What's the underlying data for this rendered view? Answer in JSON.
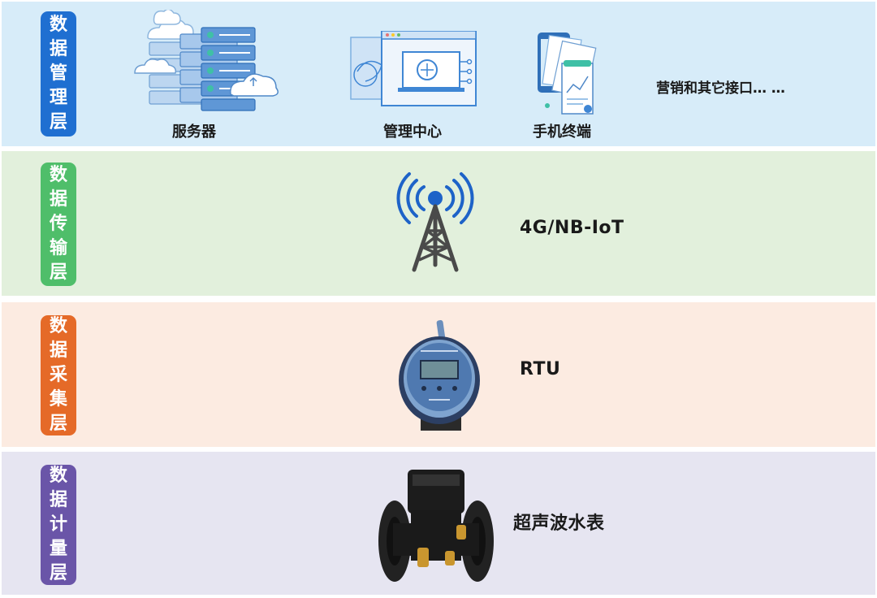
{
  "colors": {
    "management": "#1f6fd1",
    "transmission": "#4fbe6a",
    "collection": "#e56a28",
    "metering": "#6a55a8"
  },
  "layers": [
    {
      "badge": "数据管理层",
      "items": [
        {
          "icon": "server-cloud-icon",
          "label": "服务器"
        },
        {
          "icon": "management-center-icon",
          "label": "管理中心"
        },
        {
          "icon": "mobile-terminal-icon",
          "label": "手机终端"
        },
        {
          "label": "营销和其它接口… …"
        }
      ]
    },
    {
      "badge": "数据传输层",
      "items": [
        {
          "icon": "antenna-tower-icon",
          "label": "4G/NB-IoT"
        }
      ]
    },
    {
      "badge": "数据采集层",
      "items": [
        {
          "icon": "rtu-device-icon",
          "label": "RTU"
        }
      ]
    },
    {
      "badge": "数据计量层",
      "items": [
        {
          "icon": "ultrasonic-water-meter-icon",
          "label": "超声波水表"
        }
      ]
    }
  ]
}
